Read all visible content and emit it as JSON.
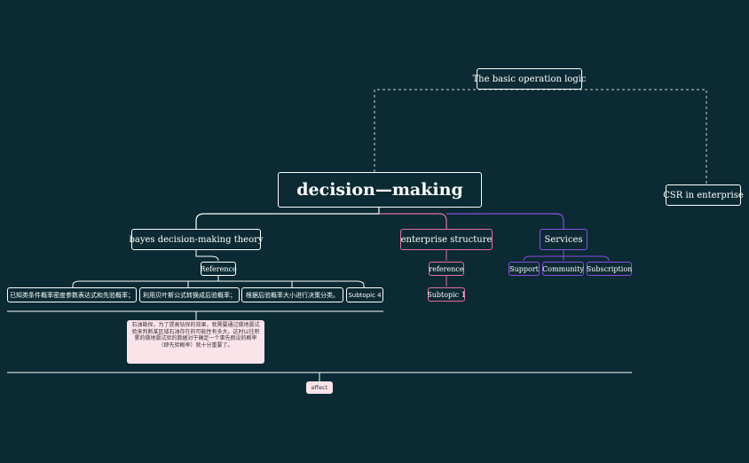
{
  "colors": {
    "background": "#0b2a33",
    "line": "#ffffff",
    "pink": "#e3709e",
    "purple": "#8a4fe0",
    "note": "#fbe3ea"
  },
  "root": {
    "label": "decision—making"
  },
  "floating": [
    {
      "label": "The basic operation logic"
    },
    {
      "label": "CSR in enterprise"
    }
  ],
  "branches": {
    "bayes": {
      "label": "bayes decision-making theory",
      "reference": "Reference",
      "items": [
        "已知类条件概率密度参数表达式和先验概率；",
        "利用贝叶斯公式转换成后验概率；",
        "根据后验概率大小进行决策分类。",
        "Subtopic 4"
      ]
    },
    "enterprise": {
      "label": "enterprise structure",
      "reference": "reference",
      "subtopic": "Subtopic 1"
    },
    "services": {
      "label": "Services",
      "items": [
        "Support",
        "Community",
        "Subscription"
      ]
    }
  },
  "note": {
    "text": "石油勘探，为了提高钻探的效果，就需要通过做地震试验来判断某区域石油存在的可能性有多大。这时以往积累的做地震试验的数据对于确定一个事先假设的概率（即先验概率）就十分重要了。"
  },
  "effect": {
    "label": "effect"
  }
}
